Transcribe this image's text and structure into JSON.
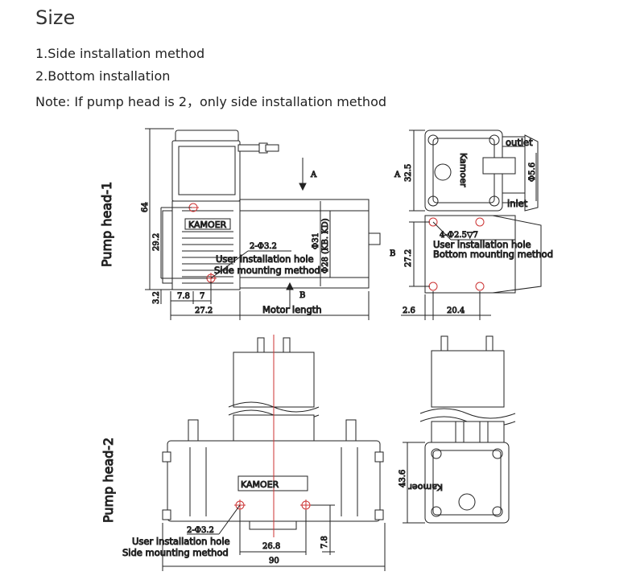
{
  "header": {
    "title": "Size",
    "line1": "1.Side installation method",
    "line2": "2.Bottom installation",
    "note": "Note: If pump head is 2，only side installation method"
  },
  "pump1": {
    "side_label": "Pump head-1",
    "dim_64": "64",
    "dim_29_2": "29.2",
    "dim_3_2": "3.2",
    "dim_7_8": "7.8",
    "dim_7": "7",
    "dim_27_2": "27.2",
    "motor_length": "Motor length",
    "hole_spec": "2-Φ3.2",
    "user_hole": "User installation hole",
    "side_method": "Side mounting method",
    "dia_31": "Φ31",
    "dia_28": "Φ28 (KB. KD)",
    "arrow_a": "A",
    "arrow_b": "B",
    "brand": "KAMOER",
    "view_a": "A",
    "view_b": "B",
    "dim_32_5": "32.5",
    "dim_27_2_b": "27.2",
    "outlet": "outlet",
    "inlet": "inlet",
    "dia_5_6": "Φ5.6",
    "hole_spec_b": "4-Φ2.5▽7",
    "user_hole_b": "User installation hole",
    "bottom_method": "Bottom mounting method",
    "dim_2_6": "2.6",
    "dim_20_4": "20.4",
    "logo_text": "Kamoer"
  },
  "pump2": {
    "side_label": "Pump head-2",
    "brand": "KAMOER",
    "hole_spec": "2-Φ3.2",
    "user_hole": "User installation hole",
    "side_method": "Side mounting method",
    "dim_26_8": "26.8",
    "dim_7_8": "7.8",
    "dim_90": "90",
    "dim_43_6": "43.6",
    "logo_text": "Kamoer"
  }
}
